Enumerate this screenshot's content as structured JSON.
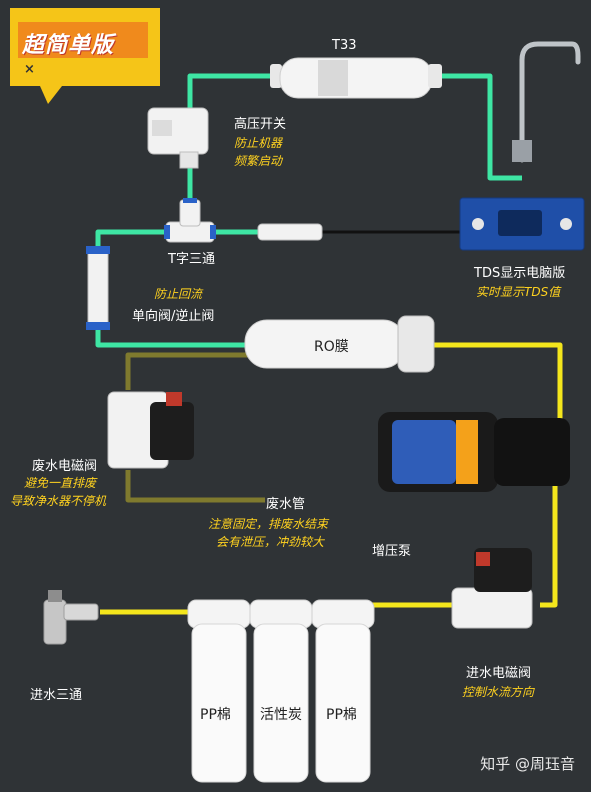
{
  "badge": {
    "title": "超简单版",
    "close": "×"
  },
  "labels": {
    "t33": "T33",
    "high_pressure_switch": "高压开关",
    "t_tee": "T字三通",
    "check_valve": "单向阀/逆止阀",
    "ro_membrane": "RO膜",
    "tds_board": "TDS显示电脑版",
    "waste_valve": "废水电磁阀",
    "waste_pipe": "废水管",
    "booster_pump": "增压泵",
    "inlet_tee": "进水三通",
    "inlet_valve": "进水电磁阀",
    "pp1": "PP棉",
    "carbon": "活性炭",
    "pp2": "PP棉"
  },
  "notes": {
    "switch_note_1": "防止机器",
    "switch_note_2": "频繁启动",
    "check_note": "防止回流",
    "tds_note": "实时显示TDS值",
    "waste_valve_note_1": "避免一直排废",
    "waste_valve_note_2": "导致净水器不停机",
    "waste_pipe_note_1": "注意固定，排废水结束",
    "waste_pipe_note_2": "会有泄压，冲劲较大",
    "inlet_valve_note": "控制水流方向"
  },
  "watermark": "知乎 @周珏音",
  "colors": {
    "background": "#2f3336",
    "pure_water_pipe": "#3ee6a4",
    "raw_water_pipe": "#f4e61c",
    "waste_pipe": "#7f7a2e",
    "annotation": "#ffd21f",
    "badge": "#f5c518"
  }
}
